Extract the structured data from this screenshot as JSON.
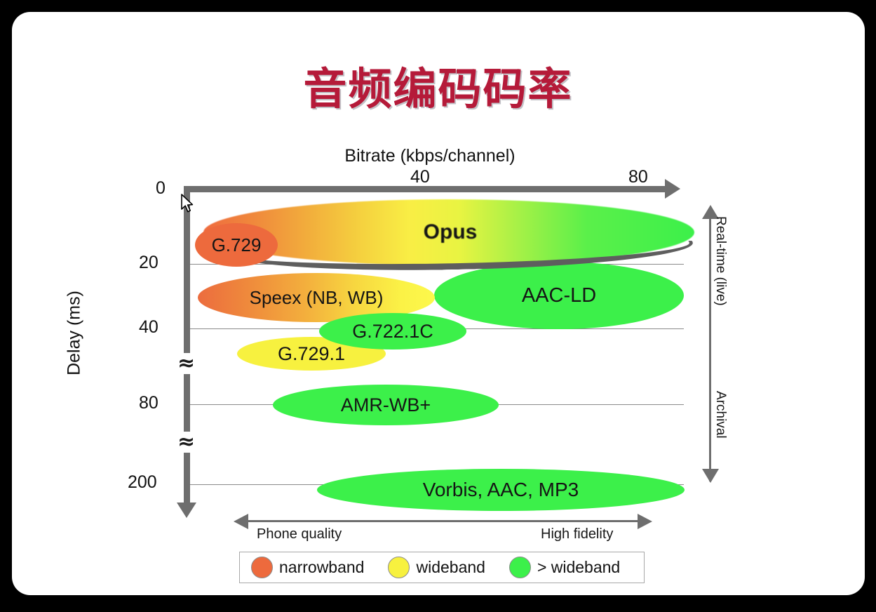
{
  "title": "音频编码码率",
  "colors": {
    "title": "#b51a39",
    "narrowband": "#ed6a3d",
    "wideband": "#f7f13f",
    "superwideband": "#3cf04a",
    "axis": "#6e6e6e",
    "grid": "#8a8a8a",
    "panel_background": "#ffffff",
    "page_background": "#000000"
  },
  "axes": {
    "x_title": "Bitrate (kbps/channel)",
    "x_ticks": [
      "0",
      "40",
      "80"
    ],
    "y_title": "Delay (ms)",
    "y_ticks": [
      "20",
      "40",
      "80",
      "200"
    ],
    "y_break_symbol": "≈"
  },
  "range_arrow": {
    "top_label": "Real-time (live)",
    "bottom_label": "Archival"
  },
  "quality_arrow": {
    "left_label": "Phone quality",
    "right_label": "High fidelity"
  },
  "legend": {
    "items": [
      {
        "label": "narrowband",
        "color": "#ed6a3d"
      },
      {
        "label": "wideband",
        "color": "#f7f13f"
      },
      {
        "label": "> wideband",
        "color": "#3cf04a"
      }
    ]
  },
  "bubbles": {
    "opus": "Opus",
    "g729": "G.729",
    "speex": "Speex (NB, WB)",
    "aacld": "AAC-LD",
    "g7221c": "G.722.1C",
    "g7291": "G.729.1",
    "amrwb": "AMR-WB+",
    "vorbis": "Vorbis, AAC, MP3"
  },
  "chart_data": {
    "type": "scatter",
    "title": "音频编码码率",
    "xlabel": "Bitrate (kbps/channel)",
    "ylabel": "Delay (ms)",
    "xlim": [
      0,
      88
    ],
    "x_ticks": [
      0,
      40,
      80
    ],
    "y_ticks": [
      0,
      20,
      40,
      80,
      200
    ],
    "y_axis_note": "broken (non-linear) axis with two break marks between 40-80 and 80-200",
    "grid": "horizontal gridlines at 20, 40, 80, 200",
    "legend_position": "bottom-center",
    "series": [
      {
        "name": "narrowband",
        "color": "#ed6a3d",
        "points": [
          {
            "label": "G.729",
            "bitrate_range": [
              1,
              16
            ],
            "delay_ms": 16,
            "band": "narrowband"
          }
        ]
      },
      {
        "name": "wideband",
        "color": "#f7f13f",
        "points": [
          {
            "label": "G.729.1",
            "bitrate_range": [
              9,
              36
            ],
            "delay_ms": 49,
            "band": "wideband"
          }
        ]
      },
      {
        "name": "> wideband",
        "color": "#3cf04a",
        "points": [
          {
            "label": "AAC-LD",
            "bitrate_range": [
              45,
              90
            ],
            "delay_ms": 30,
            "band": "> wideband"
          },
          {
            "label": "G.722.1C",
            "bitrate_range": [
              24,
              51
            ],
            "delay_ms": 41,
            "band": "> wideband"
          },
          {
            "label": "AMR-WB+",
            "bitrate_range": [
              16,
              57
            ],
            "delay_ms": 80,
            "band": "> wideband"
          },
          {
            "label": "Vorbis, AAC, MP3",
            "bitrate_range": [
              24,
              91
            ],
            "delay_ms": 200,
            "band": "> wideband"
          }
        ]
      },
      {
        "name": "mixed (narrowband to > wideband gradient)",
        "color": "gradient #ed6a3d -> #f7f13f -> #3cf04a",
        "points": [
          {
            "label": "Opus",
            "bitrate_range": [
              1,
              90
            ],
            "delay_ms": 13,
            "band": "narrowband to > wideband"
          },
          {
            "label": "Speex (NB, WB)",
            "bitrate_range": [
              2,
              45
            ],
            "delay_ms": 31,
            "band": "narrowband to wideband"
          }
        ]
      }
    ],
    "annotations": [
      "Real-time (live)",
      "Archival",
      "Phone quality",
      "High fidelity"
    ]
  }
}
